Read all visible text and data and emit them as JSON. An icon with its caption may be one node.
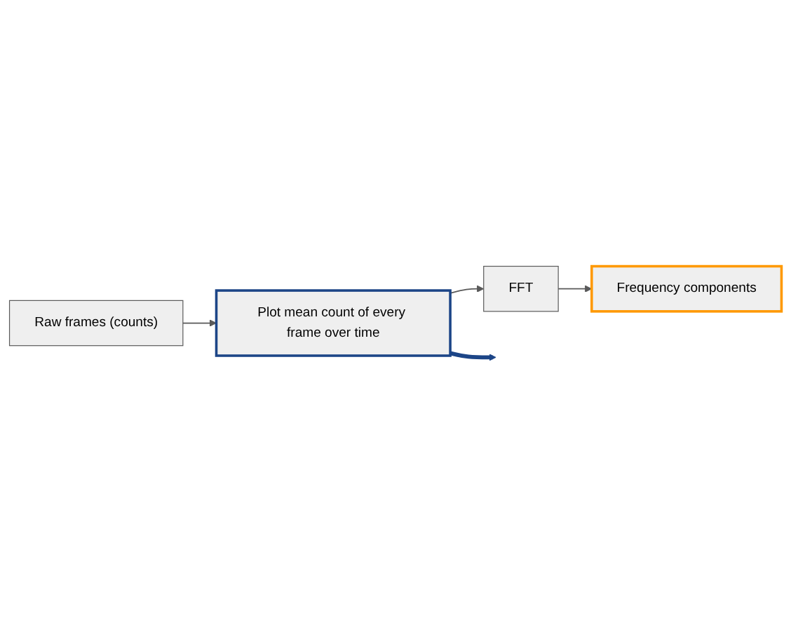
{
  "diagram": {
    "nodes": [
      {
        "text": [
          "Raw frames (counts)"
        ]
      },
      {
        "text": [
          "Frequency components"
        ]
      },
      {
        "text": [
          "Plot mean count of every frame over time"
        ]
      },
      {
        "text": [
          "FFT"
        ]
      }
    ],
    "edges": [
      {
        "from": 0,
        "to": 2,
        "arrow": "to"
      },
      {
        "from": 2,
        "to": 3,
        "arrow": "to"
      },
      {
        "from": 3,
        "to": 1,
        "arrow": "to"
      },
      {
        "from": 2,
        "to": null,
        "arrow": "to",
        "style": "thick",
        "color": "#1c4587"
      }
    ]
  }
}
